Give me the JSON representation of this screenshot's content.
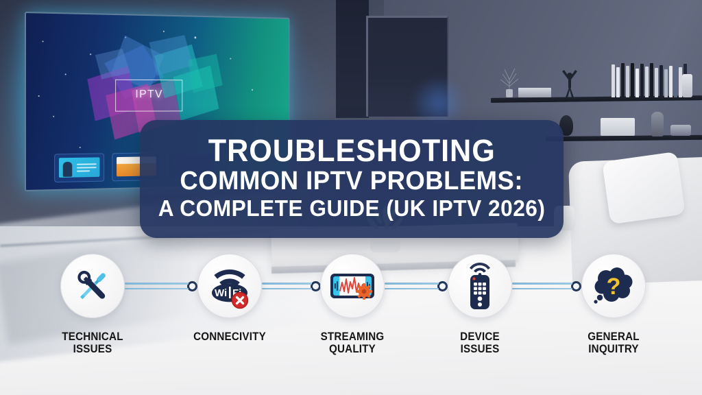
{
  "poster": {
    "title_lines": [
      "TROUBLESHOTING",
      "COMMON IPTV PROBLEMS:",
      "A COMPLETE GUIDE (UK IPTV 2026)"
    ],
    "banner_color": "#263762",
    "title_color": "#ffffff"
  },
  "tv": {
    "logo_text": "IPTV",
    "accent_colors": [
      "#1a2f6e",
      "#0f5d84",
      "#18a98e",
      "#d13ce0",
      "#ff45b5",
      "#2ee6d6"
    ]
  },
  "flow": {
    "steps": [
      {
        "icon": "tools-icon",
        "label_line1": "TECHNICAL",
        "label_line2": "ISSUES"
      },
      {
        "icon": "wifi-error-icon",
        "label_line1": "CONNECIVITY",
        "label_line2": ""
      },
      {
        "icon": "streaming-quality-icon",
        "label_line1": "STREAMING",
        "label_line2": "QUALITY"
      },
      {
        "icon": "remote-control-icon",
        "label_line1": "DEVICE",
        "label_line2": "ISSUES"
      },
      {
        "icon": "question-thought-icon",
        "label_line1": "GENERAL",
        "label_line2": "INQUITRY"
      }
    ],
    "label_color": "#151515",
    "connector_color": "#8fc0de",
    "node_ring_color": "#213559",
    "icon_dark": "#1d2b4f",
    "icon_light_blue": "#4fc0e8",
    "icon_red": "#d32a2a",
    "icon_orange": "#e8642a",
    "icon_yellow": "#f2c230"
  }
}
